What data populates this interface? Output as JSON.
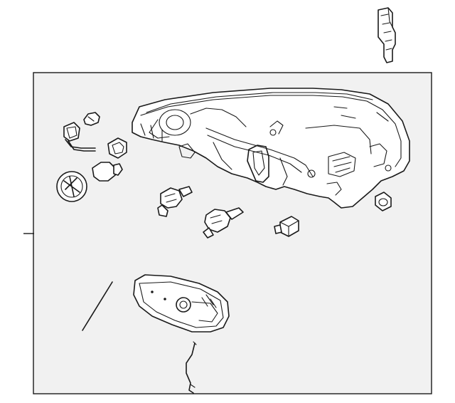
{
  "diagram": {
    "background": "#ffffff",
    "panel_fill": "#f1f1f1",
    "stroke_color": "#1a1a1a",
    "parts": [
      "mounting-bracket",
      "headlamp-housing",
      "side-marker-bulb-socket",
      "wedge-bulb",
      "socket-cap",
      "turn-signal-bulb",
      "dust-cover",
      "high-beam-bulb",
      "low-beam-bulb",
      "bulb-socket",
      "grommet",
      "wire-rod",
      "fog-lamp-assembly",
      "adjuster-rod"
    ]
  }
}
